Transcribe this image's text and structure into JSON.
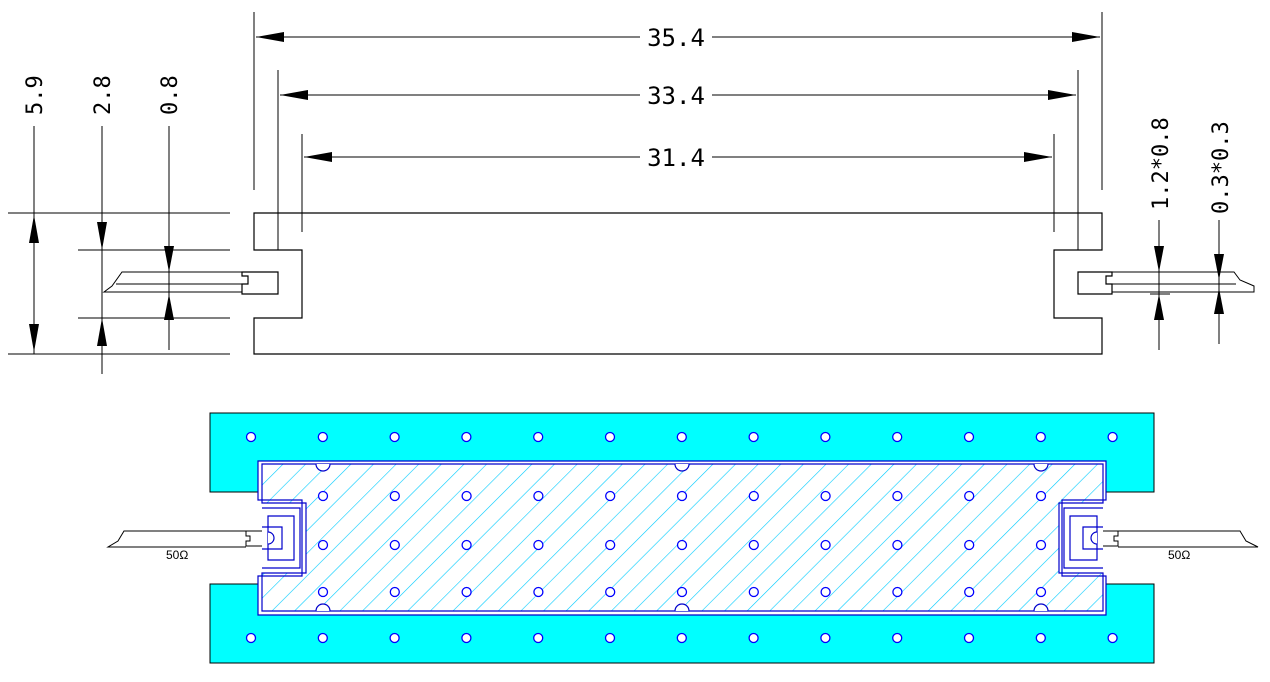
{
  "dimensions": {
    "overall_length": "35.4",
    "middle_length": "33.4",
    "inner_length": "31.4",
    "total_height": "5.9",
    "slot_height": "2.8",
    "pin_height": "0.8",
    "slot_size": "1.2*0.8",
    "pin_size": "0.3*0.3"
  },
  "ports": {
    "left_impedance": "50Ω",
    "right_impedance": "50Ω"
  },
  "colors": {
    "ground": "#00ffff",
    "via_outline": "#0000ff",
    "hatch": "#00ccff",
    "outline": "#000000"
  }
}
